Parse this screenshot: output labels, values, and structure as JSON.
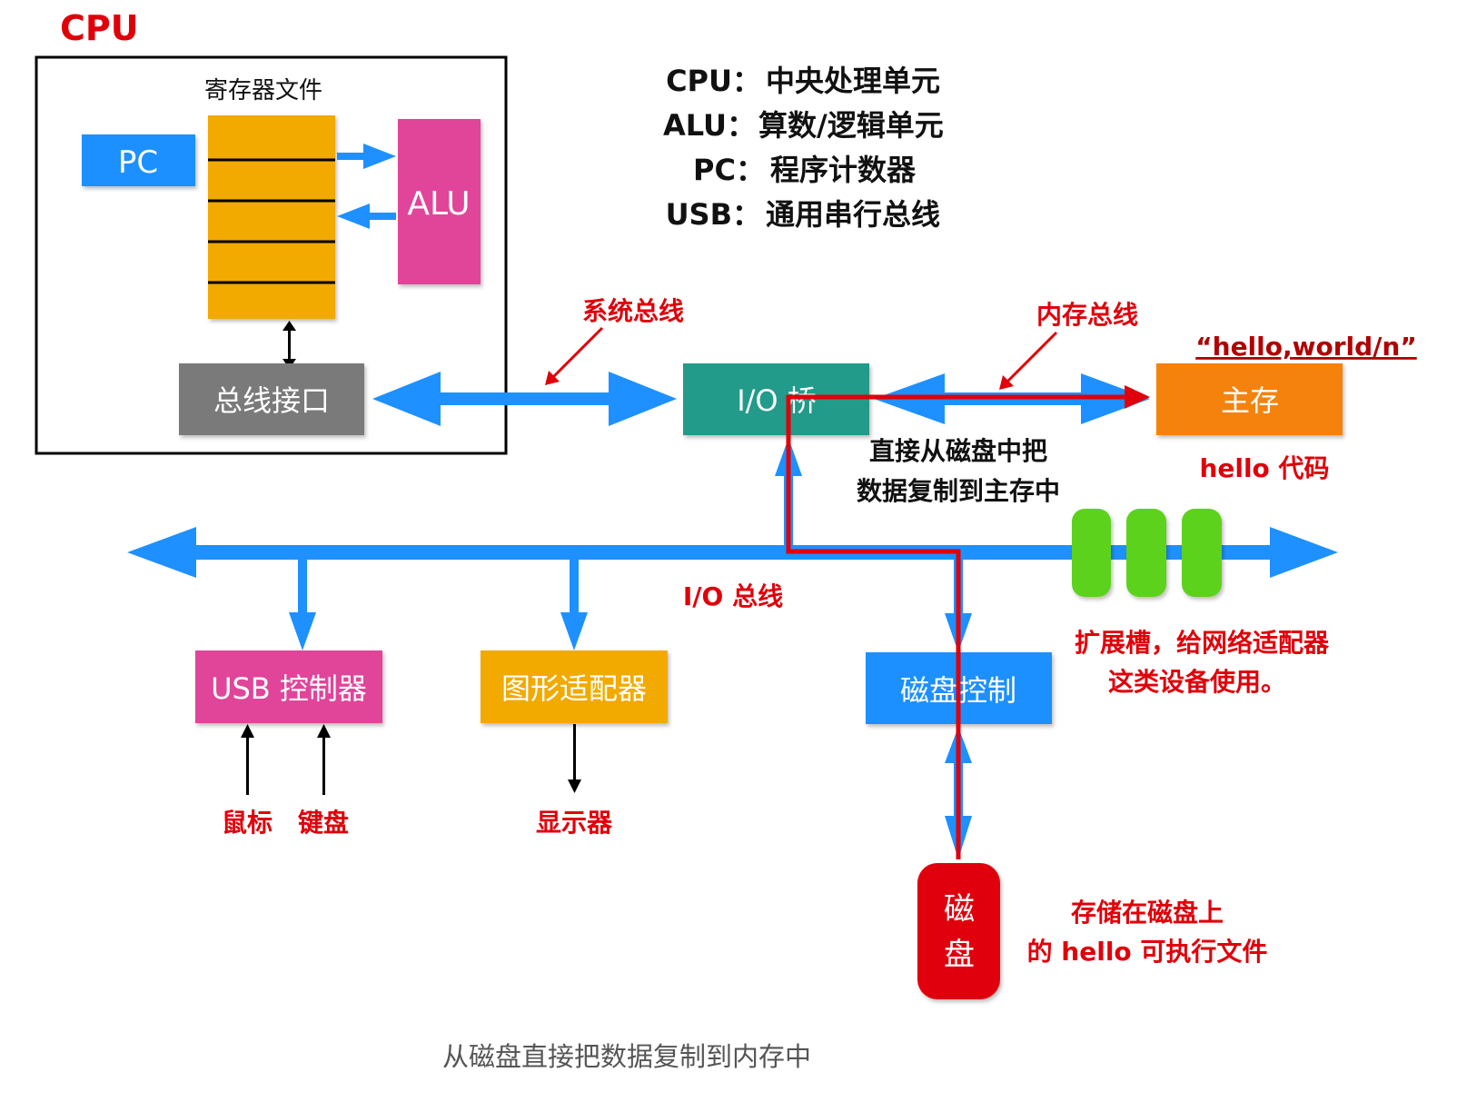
{
  "cpu": {
    "title": "CPU",
    "register_file_label": "寄存器文件",
    "pc_label": "PC",
    "alu_label": "ALU",
    "bus_interface_label": "总线接口"
  },
  "legend": [
    {
      "term": "CPU：",
      "desc": "中央处理单元"
    },
    {
      "term": "ALU：",
      "desc": "算数/逻辑单元"
    },
    {
      "term": "PC：",
      "desc": "程序计数器"
    },
    {
      "term": "USB：",
      "desc": "通用串行总线"
    }
  ],
  "buses": {
    "system_bus": "系统总线",
    "memory_bus": "内存总线",
    "io_bus": "I/O 总线"
  },
  "io_bridge": "I/O 桥",
  "main_memory": {
    "label": "主存",
    "string_note": "“hello,world/n”",
    "code_note": "hello 代码"
  },
  "dma_note": [
    "直接从磁盘中把",
    "数据复制到主存中"
  ],
  "devices": {
    "usb_controller": "USB 控制器",
    "graphics_adapter": "图形适配器",
    "disk_controller": "磁盘控制",
    "mouse": "鼠标",
    "keyboard": "键盘",
    "display": "显示器",
    "disk": [
      "磁",
      "盘"
    ]
  },
  "expansion_note": [
    "扩展槽，给网络适配器",
    "这类设备使用。"
  ],
  "disk_note": [
    "存储在磁盘上",
    "的 hello 可执行文件"
  ],
  "caption": "从磁盘直接把数据复制到内存中",
  "colors": {
    "bus_blue": "#1E90FF",
    "path_red": "#E0000A",
    "register_orange": "#F2A900",
    "alu_pink": "#E0449A",
    "bridge_teal": "#249B8A",
    "memory_orange": "#F5820A",
    "slot_green": "#5DD21F",
    "bus_interface_gray": "#7A7A7A"
  }
}
